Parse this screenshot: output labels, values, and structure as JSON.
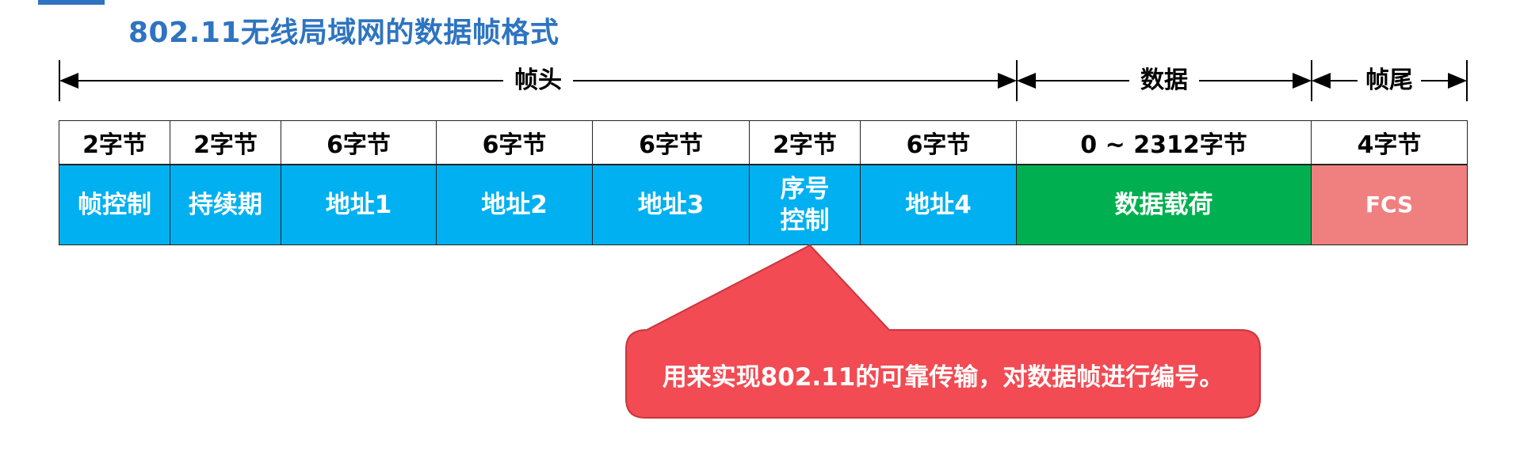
{
  "title": "802.11无线局域网的数据帧格式",
  "spans": {
    "header": "帧头",
    "data": "数据",
    "trailer": "帧尾"
  },
  "sizes": [
    "2字节",
    "2字节",
    "6字节",
    "6字节",
    "6字节",
    "2字节",
    "6字节",
    "0 ~ 2312字节",
    "4字节"
  ],
  "fields": [
    {
      "line1": "帧控制",
      "line2": ""
    },
    {
      "line1": "持续期",
      "line2": ""
    },
    {
      "line1": "地址1",
      "line2": ""
    },
    {
      "line1": "地址2",
      "line2": ""
    },
    {
      "line1": "地址3",
      "line2": ""
    },
    {
      "line1": "序号",
      "line2": "控制"
    },
    {
      "line1": "地址4",
      "line2": ""
    },
    {
      "line1": "数据载荷",
      "line2": ""
    },
    {
      "line1": "FCS",
      "line2": ""
    }
  ],
  "colors": {
    "title": "#2e74c0",
    "header_fields": "#00b0f0",
    "payload": "#00b050",
    "fcs": "#f08080",
    "callout": "#f24b53"
  },
  "callout": {
    "text": "用来实现802.11的可靠传输，对数据帧进行编号。"
  }
}
